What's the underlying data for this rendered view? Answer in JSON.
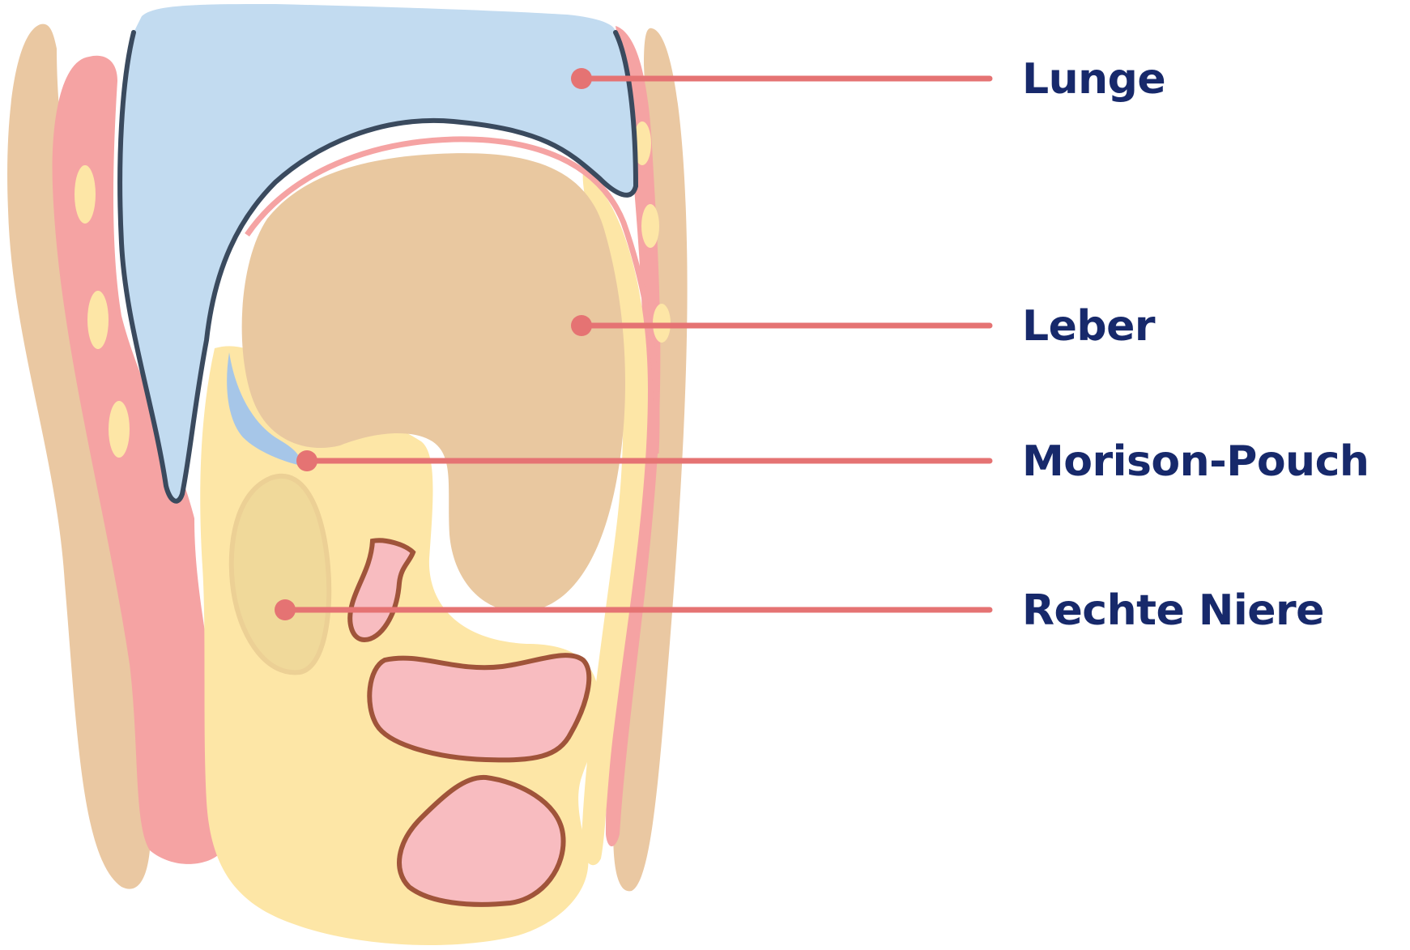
{
  "labels": {
    "lunge": "Lunge",
    "leber": "Leber",
    "morison": "Morison-Pouch",
    "niere": "Rechte Niere"
  },
  "colors": {
    "label_text": "#17296b",
    "leader_line": "#e57373",
    "lung": "#c2dbf0",
    "lung_outline": "#3a4a5e",
    "liver": "#e9c8a0",
    "fat": "#fde6a6",
    "muscle": "#f5a3a3",
    "skin": "#eac8a2",
    "vessel": "#f8bcc0",
    "vessel_outline": "#a0543a",
    "fluid": "#a6c6e8"
  }
}
